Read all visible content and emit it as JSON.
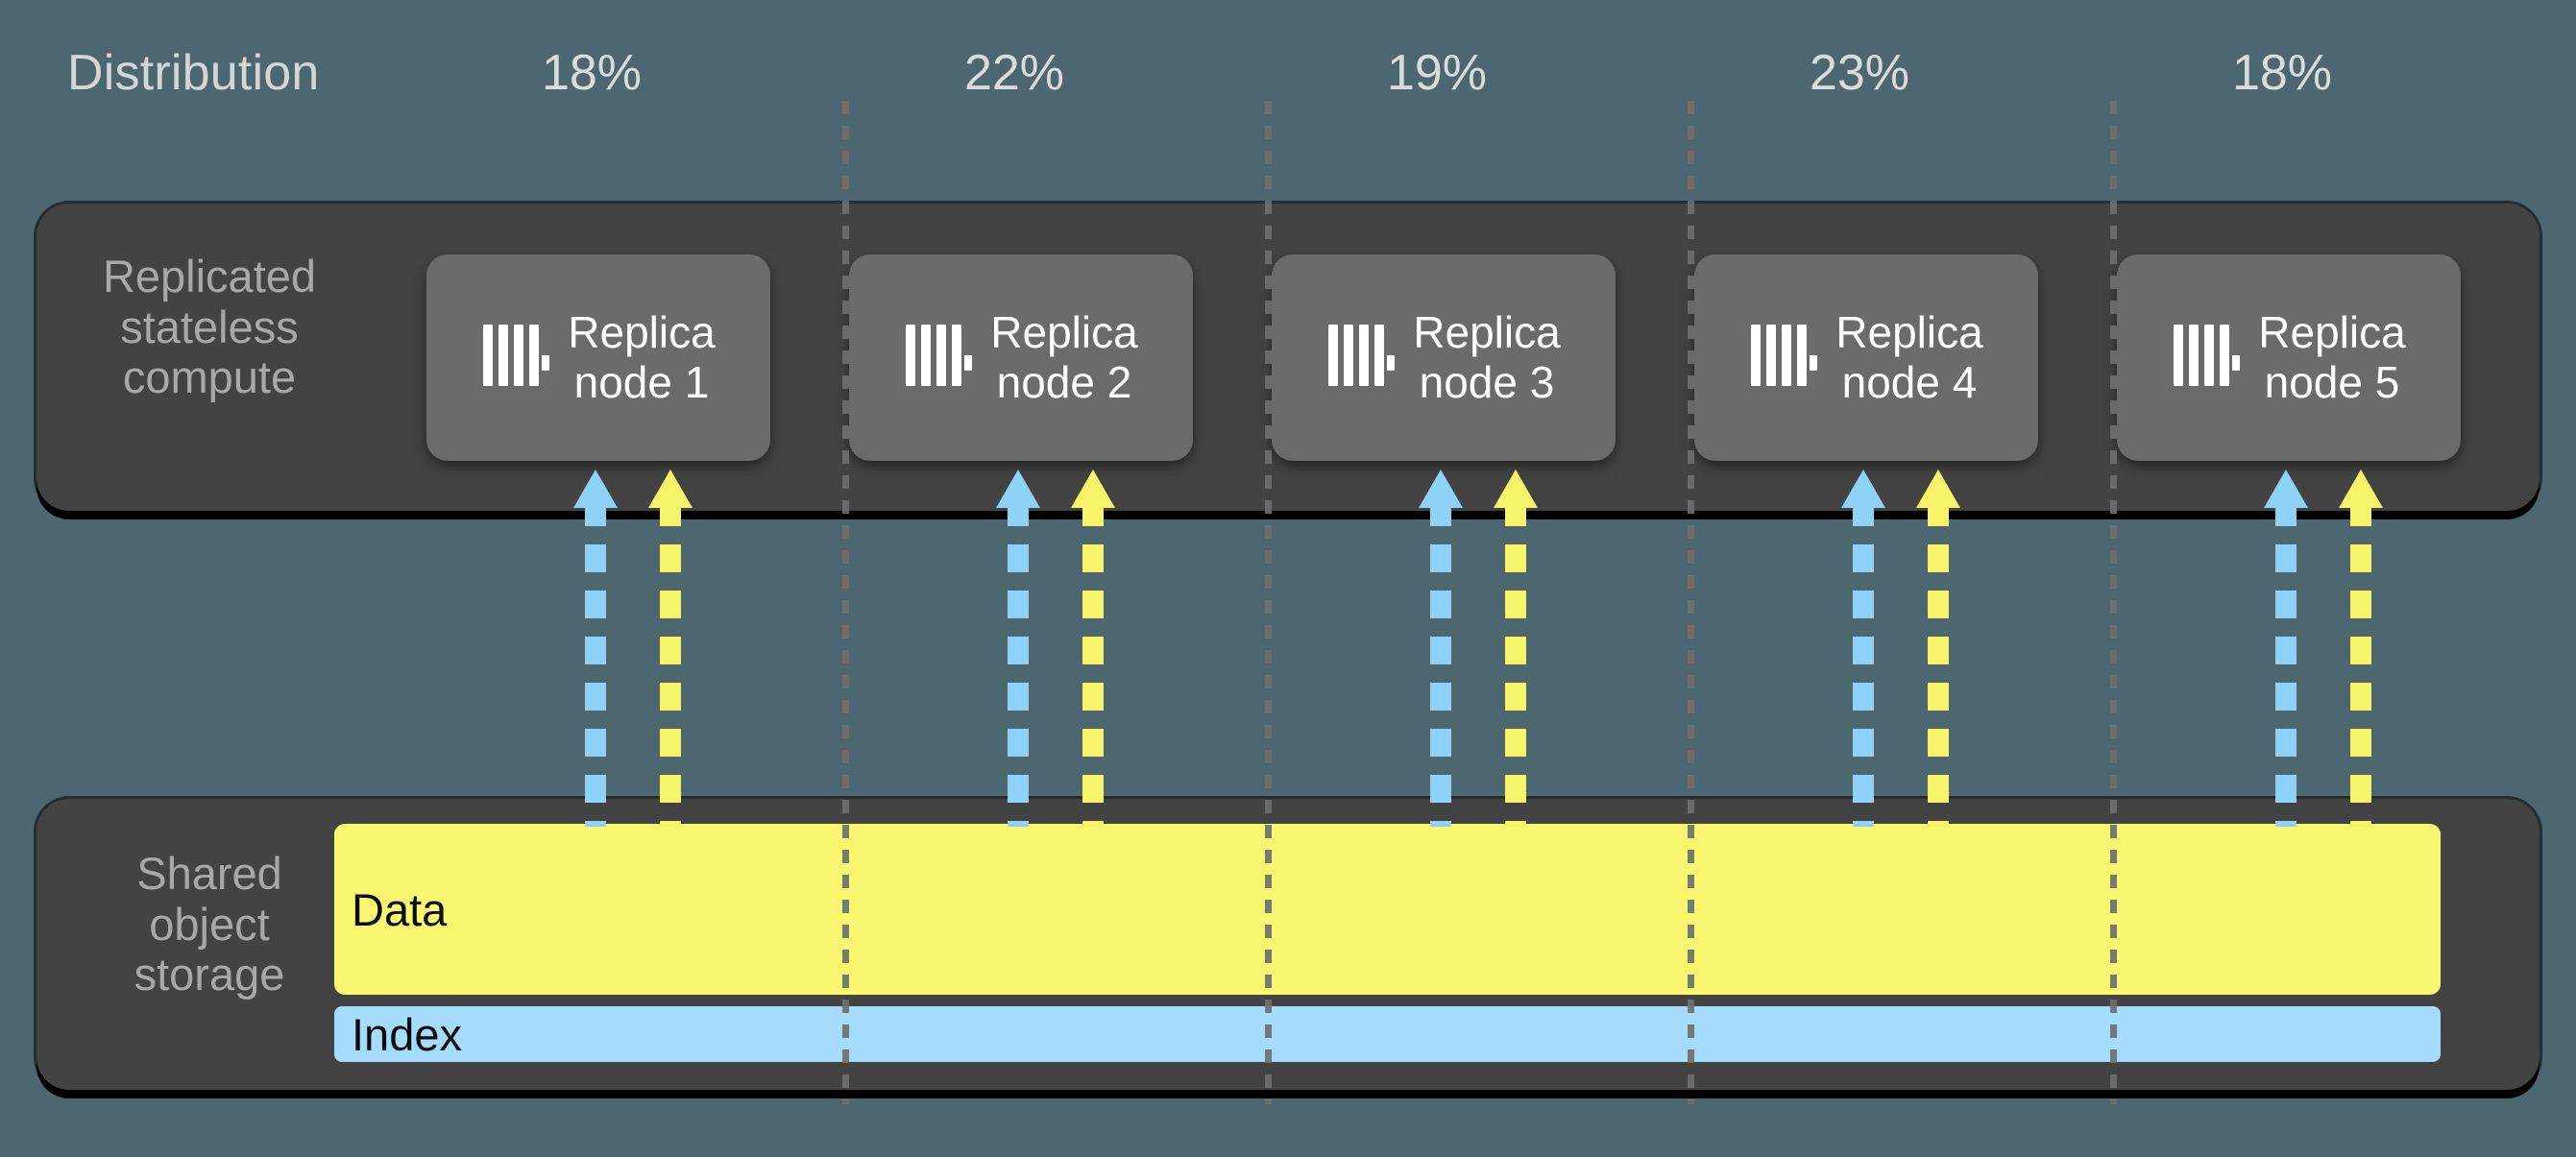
{
  "diagram": {
    "background_color": "#4d6770",
    "distribution": {
      "label": "Distribution",
      "columns": [
        {
          "percent": "18%"
        },
        {
          "percent": "22%"
        },
        {
          "percent": "19%"
        },
        {
          "percent": "23%"
        },
        {
          "percent": "18%"
        }
      ]
    },
    "compute_layer": {
      "label": "Replicated\nstateless\ncompute",
      "panel_color": "#434343",
      "node_color": "#6b6b6b",
      "nodes": [
        {
          "name": "Replica\nnode 1",
          "icon": "server-rack-icon"
        },
        {
          "name": "Replica\nnode 2",
          "icon": "server-rack-icon"
        },
        {
          "name": "Replica\nnode 3",
          "icon": "server-rack-icon"
        },
        {
          "name": "Replica\nnode 4",
          "icon": "server-rack-icon"
        },
        {
          "name": "Replica\nnode 5",
          "icon": "server-rack-icon"
        }
      ]
    },
    "storage_layer": {
      "label": "Shared\nobject\nstorage",
      "panel_color": "#434343",
      "bars": [
        {
          "name": "Data",
          "color": "#faf871",
          "text_color": "#0c0c0c"
        },
        {
          "name": "Index",
          "color": "#a6dcfb",
          "text_color": "#0c0c0c"
        }
      ]
    },
    "flows": [
      {
        "name": "index-flow",
        "color": "#8fd2f7",
        "style": "dashed",
        "direction": "up"
      },
      {
        "name": "data-flow",
        "color": "#f7f469",
        "style": "dashed",
        "direction": "up"
      }
    ],
    "separator": {
      "name": "column-divider",
      "color": "#6e6e6e",
      "style": "dotted"
    }
  }
}
